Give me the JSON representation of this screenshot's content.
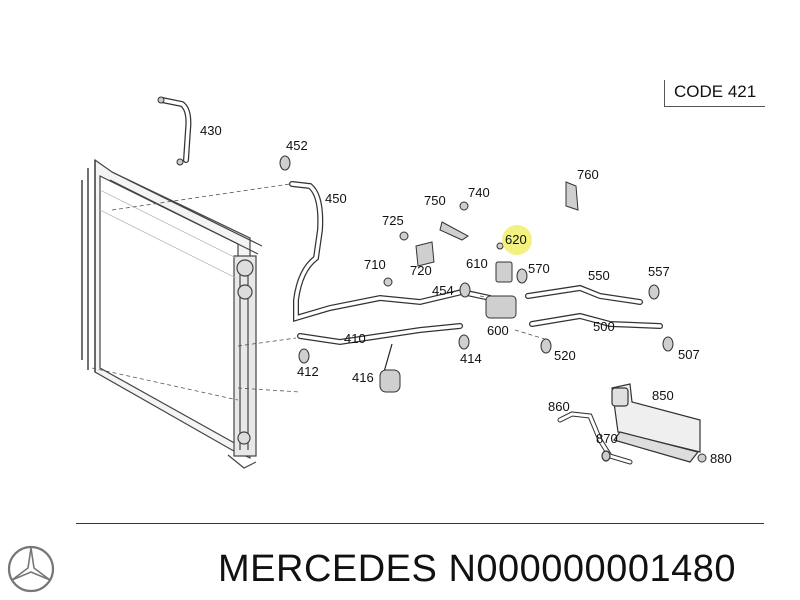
{
  "code_label": "CODE 421",
  "footer": {
    "brand": "MERCEDES",
    "part_number": "N000000001480"
  },
  "highlight_color": "#f1ee6a",
  "callouts": {
    "c430": "430",
    "c452": "452",
    "c450": "450",
    "c750": "750",
    "c740": "740",
    "c760": "760",
    "c725": "725",
    "c620": "620",
    "c710": "710",
    "c720": "720",
    "c610": "610",
    "c570": "570",
    "c550": "550",
    "c557": "557",
    "c454": "454",
    "c410": "410",
    "c600": "600",
    "c500": "500",
    "c412": "412",
    "c414": "414",
    "c520": "520",
    "c507": "507",
    "c416": "416",
    "c850": "850",
    "c860": "860",
    "c870": "870",
    "c880": "880"
  },
  "icons": {
    "logo": "mercedes-star-icon"
  }
}
